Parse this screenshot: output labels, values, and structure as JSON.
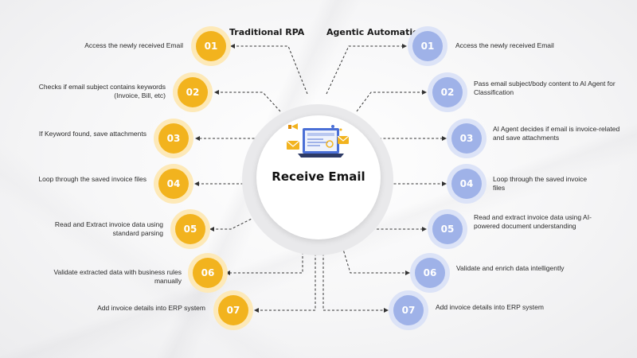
{
  "headings": {
    "left": "Traditional RPA",
    "right": "Agentic Automation"
  },
  "center": {
    "title": "Receive Email",
    "icon": "email-laptop-illustration"
  },
  "colors": {
    "rpa": "#f2b31e",
    "agentic": "#9fb2e8"
  },
  "rpa_steps": [
    {
      "num": "01",
      "text": "Access the newly received Email"
    },
    {
      "num": "02",
      "text": "Checks if email subject contains keywords (Invoice, Bill, etc)"
    },
    {
      "num": "03",
      "text": "If Keyword found, save attachments"
    },
    {
      "num": "04",
      "text": "Loop through the saved invoice files"
    },
    {
      "num": "05",
      "text": "Read and Extract invoice data using standard parsing"
    },
    {
      "num": "06",
      "text": "Validate extracted data with business rules manually"
    },
    {
      "num": "07",
      "text": "Add invoice details into ERP system"
    }
  ],
  "agentic_steps": [
    {
      "num": "01",
      "text": "Access the newly received Email"
    },
    {
      "num": "02",
      "text": "Pass email subject/body content to AI Agent for Classification"
    },
    {
      "num": "03",
      "text": "AI Agent decides if email is invoice-related and save attachments"
    },
    {
      "num": "04",
      "text": "Loop through the saved invoice files"
    },
    {
      "num": "05",
      "text": "Read and extract invoice data using AI-powered document understanding"
    },
    {
      "num": "06",
      "text": "Validate and enrich data intelligently"
    },
    {
      "num": "07",
      "text": "Add invoice details into ERP system"
    }
  ]
}
